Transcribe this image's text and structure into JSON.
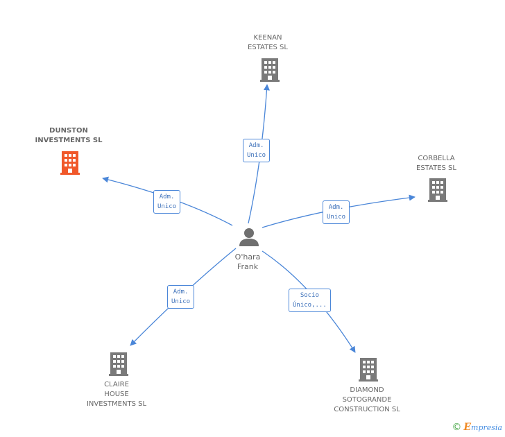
{
  "center": {
    "name": "O'hara\nFrank",
    "icon": "person-icon"
  },
  "companies": {
    "keenan": {
      "name": "KEENAN\nESTATES SL",
      "icon": "building-icon"
    },
    "dunston": {
      "name": "DUNSTON\nINVESTMENTS SL",
      "icon": "building-icon",
      "highlight": true
    },
    "corbella": {
      "name": "CORBELLA\nESTATES SL",
      "icon": "building-icon"
    },
    "claire": {
      "name": "CLAIRE\nHOUSE\nINVESTMENTS SL",
      "icon": "building-icon"
    },
    "diamond": {
      "name": "DIAMOND\nSOTOGRANDE\nCONSTRUCTION SL",
      "icon": "building-icon"
    }
  },
  "relations": {
    "keenan": "Adm.\nUnico",
    "dunston": "Adm.\nUnico",
    "corbella": "Adm.\nUnico",
    "claire": "Adm.\nUnico",
    "diamond": "Socio\nÚnico,..."
  },
  "footer": {
    "copyright": "©",
    "brand_initial": "E",
    "brand_rest": "mpresia"
  },
  "colors": {
    "edge": "#4a86d8",
    "building": "#7a7a7a",
    "building_highlight": "#f0582a",
    "person": "#6f6f6f"
  }
}
